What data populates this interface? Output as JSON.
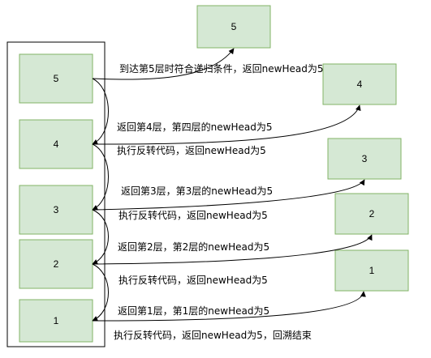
{
  "stack": {
    "frames": [
      {
        "key": "5",
        "label": "5"
      },
      {
        "key": "4",
        "label": "4"
      },
      {
        "key": "3",
        "label": "3"
      },
      {
        "key": "2",
        "label": "2"
      },
      {
        "key": "1",
        "label": "1"
      }
    ]
  },
  "heap_nodes": [
    {
      "key": "n5",
      "label": "5"
    },
    {
      "key": "n4",
      "label": "4"
    },
    {
      "key": "n3",
      "label": "3"
    },
    {
      "key": "n2",
      "label": "2"
    },
    {
      "key": "n1",
      "label": "1"
    }
  ],
  "annotations": {
    "reach_level5": "到达第5层时符合递归条件，返回newHead为5",
    "return_level4": "返回第4层，第四层的newHead为5",
    "reverse_4": "执行反转代码，返回newHead为5",
    "return_level3": "返回第3层，第3层的newHead为5",
    "reverse_3": "执行反转代码，返回newHead为5",
    "return_level2": "返回第2层，第2层的newHead为5",
    "reverse_2": "执行反转代码，返回newHead为5",
    "return_level1": "返回第1层，第1层的newHead为5",
    "reverse_1_end": "执行反转代码，返回newHead为5，回溯结束"
  },
  "colors": {
    "node_fill": "#d5e8d4",
    "node_stroke": "#82b366",
    "line": "#000000"
  }
}
